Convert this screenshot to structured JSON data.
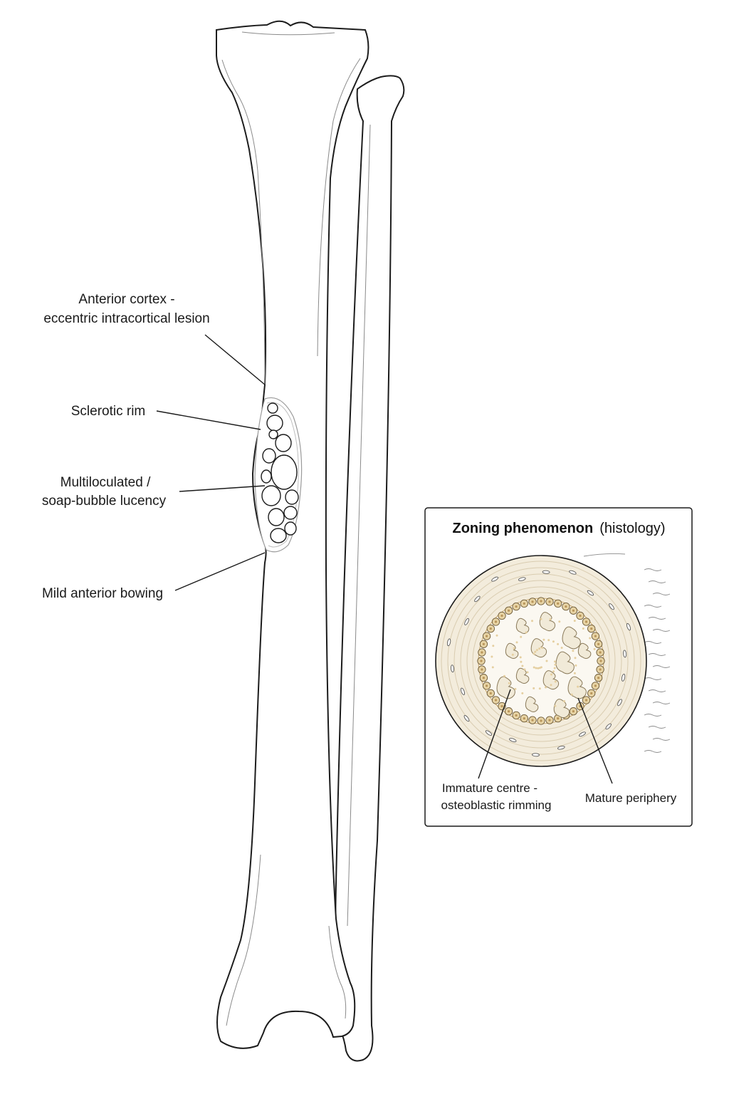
{
  "labels": {
    "anterior_cortex_line1": "Anterior cortex -",
    "anterior_cortex_line2": "eccentric intracortical lesion",
    "sclerotic_rim": "Sclerotic rim",
    "multiloculated_line1": "Multiloculated /",
    "multiloculated_line2": "soap-bubble lucency",
    "bowing": "Mild anterior bowing"
  },
  "inset": {
    "title_bold": "Zoning phenomenon",
    "title_rest": "(histology)",
    "immature_line1": "Immature centre -",
    "immature_line2": "osteoblastic rimming",
    "mature": "Mature periphery"
  },
  "colors": {
    "outline": "#1c1c1c",
    "mature_zone": "#f3ecdc",
    "rim_cells": "#e7d3a4",
    "cell_core": "#b8955a",
    "center_bg": "#fbf8f1"
  }
}
